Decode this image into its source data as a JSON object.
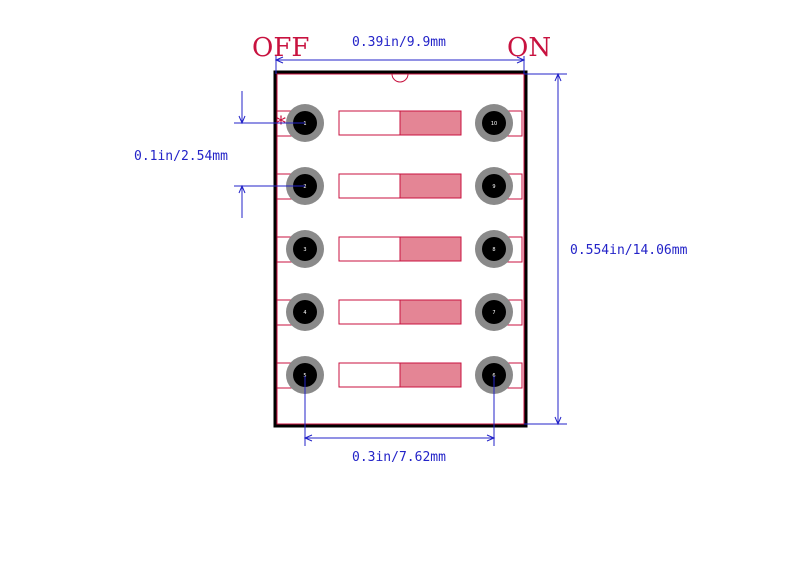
{
  "labels": {
    "off": "OFF",
    "on": "ON"
  },
  "dimensions": {
    "width_top": "0.39in/9.9mm",
    "pitch": "0.1in/2.54mm",
    "height": "0.554in/14.06mm",
    "row_spacing": "0.3in/7.62mm"
  },
  "pins": {
    "left": [
      "1",
      "2",
      "3",
      "4",
      "5"
    ],
    "right": [
      "10",
      "9",
      "8",
      "7",
      "6"
    ]
  },
  "pin1_marker": "*",
  "colors": {
    "outline": "#000000",
    "silk": "#c8123f",
    "dimension": "#2323c8",
    "pad_ring": "#8a8a8a",
    "drill": "#000000",
    "switch_fill": "#e48595"
  }
}
